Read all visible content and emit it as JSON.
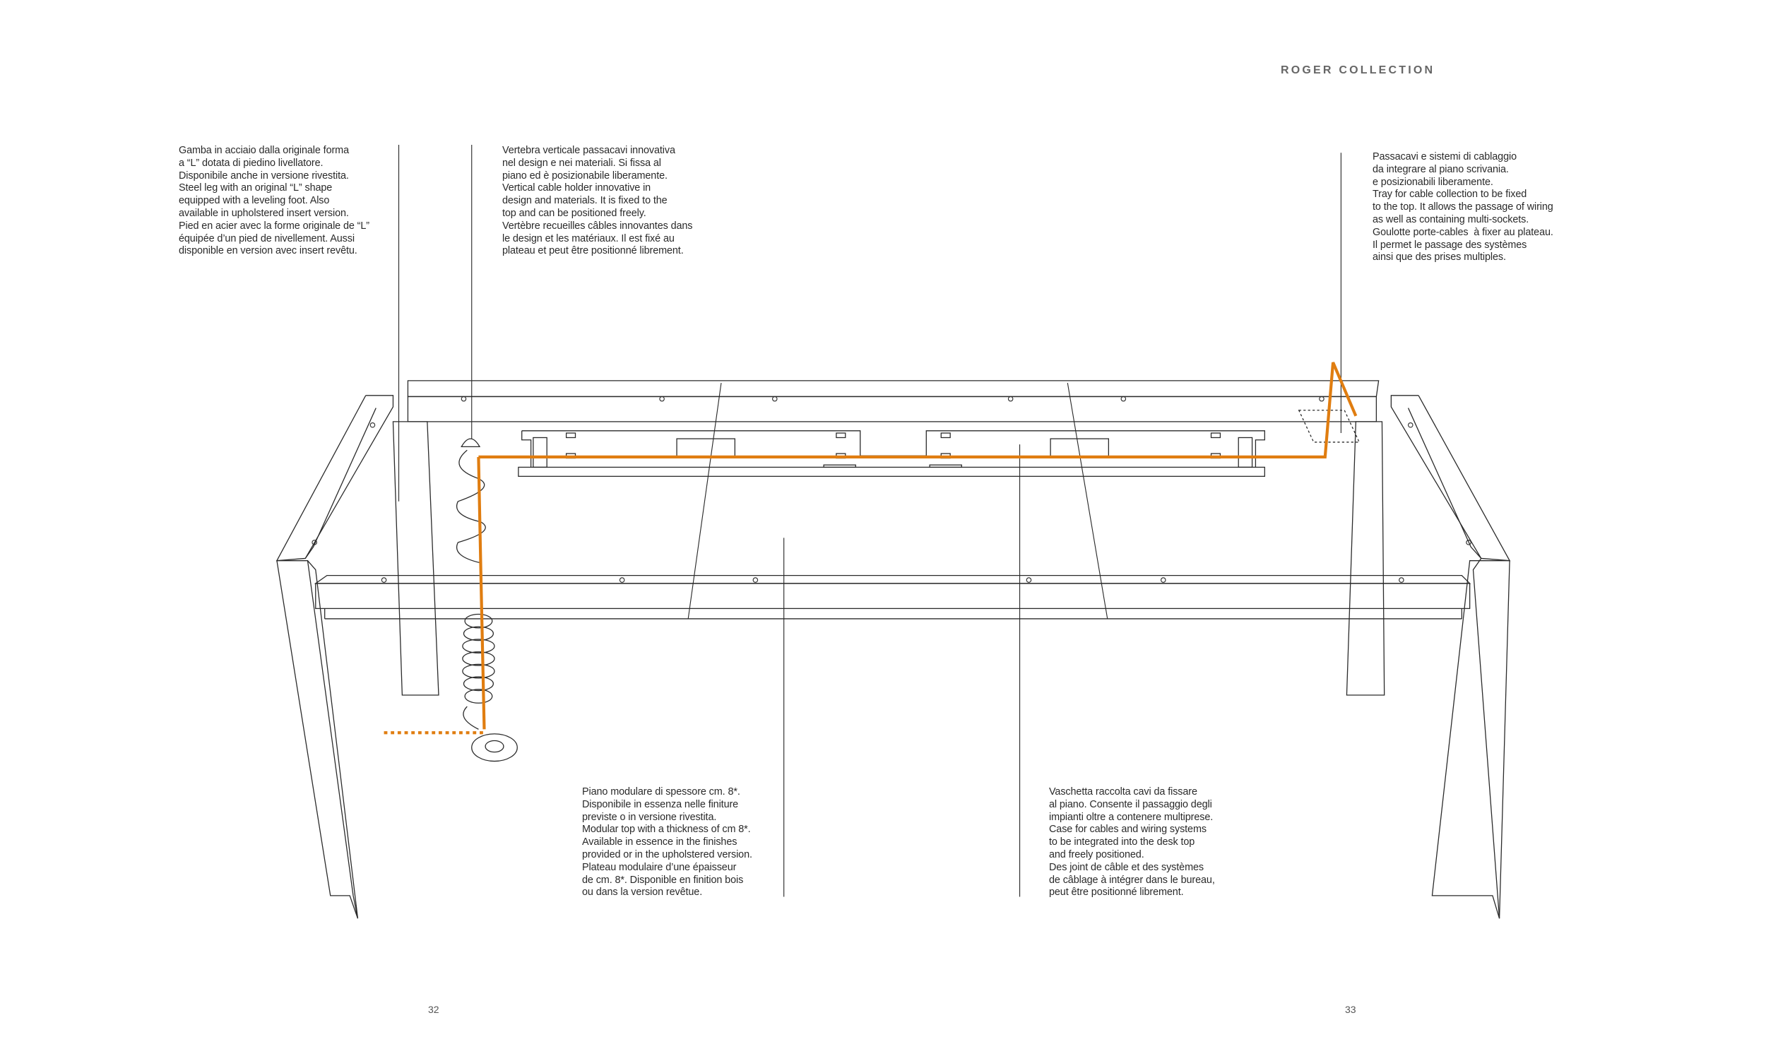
{
  "header": {
    "brand": "ROGER COLLECTION"
  },
  "captions": {
    "leg": [
      "Gamba in acciaio dalla originale forma",
      "a “L” dotata di piedino livellatore.",
      "Disponibile anche in versione rivestita.",
      "Steel leg with an original “L” shape",
      "equipped with a leveling foot. Also",
      "available in upholstered insert version.",
      "Pied en acier avec la forme originale de “L”",
      "équipée d’un pied de nivellement. Aussi",
      "disponible en version avec insert revêtu."
    ],
    "vertebra": [
      "Vertebra verticale passacavi innovativa",
      "nel design e nei materiali. Si fissa al",
      "piano ed è posizionabile liberamente.",
      "Vertical cable holder innovative in",
      "design and materials. It is fixed to the",
      "top and can be positioned freely.",
      "Vertèbre recueilles câbles innovantes dans",
      "le design et les matériaux. Il est fixé au",
      "plateau et peut être positionné librement."
    ],
    "tray": [
      "Passacavi e sistemi di cablaggio",
      "da integrare al piano scrivania.",
      "e posizionabili liberamente.",
      "Tray for cable collection to be fixed",
      "to the top. It allows the passage of wiring",
      "as well as containing multi-sockets.",
      "Goulotte porte-cables  à fixer au plateau.",
      "Il permet le passage des systèmes",
      "ainsi que des prises multiples."
    ],
    "top": [
      "Piano modulare di spessore cm. 8*.",
      "Disponibile in essenza nelle finiture",
      "previste o in versione rivestita.",
      "Modular top with a thickness of cm 8*.",
      "Available in essence in the finishes",
      "provided or in the upholstered version.",
      "Plateau modulaire d’une épaisseur",
      "de cm. 8*. Disponible en finition bois",
      "ou dans la version revêtue."
    ],
    "case": [
      "Vaschetta raccolta cavi da fissare",
      "al piano. Consente il passaggio degli",
      "impianti oltre a contenere multiprese.",
      "Case for cables and wiring systems",
      "to be integrated into the desk top",
      "and freely positioned.",
      "Des joint de câble et des systèmes",
      "de câblage à intégrer dans le bureau,",
      "peut être positionné librement."
    ]
  },
  "pages": {
    "left": "32",
    "right": "33"
  },
  "colors": {
    "cable": "#e07d10",
    "line": "#2a2a2a"
  }
}
